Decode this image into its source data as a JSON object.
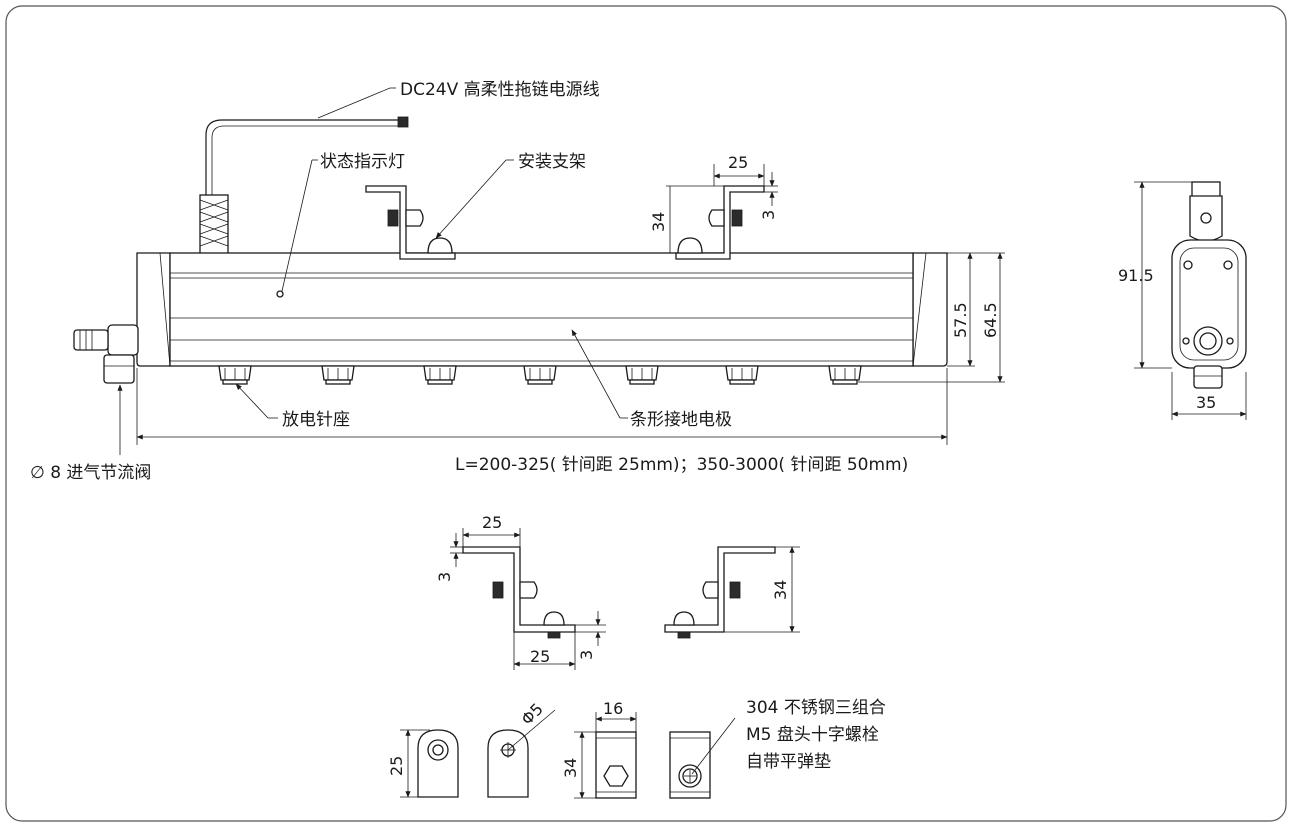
{
  "labels": {
    "power_cable": "DC24V 高柔性拖链电源线",
    "status_light": "状态指示灯",
    "mount_bracket": "安装支架",
    "needle_seat": "放电针座",
    "ground_electrode": "条形接地电极",
    "air_valve": "∅ 8 进气节流阀",
    "length_note": "L=200-325( 针间距 25mm)；350-3000( 针间距 50mm)",
    "fastener_line1": "304 不锈钢三组合",
    "fastener_line2": "M5 盘头十字螺栓",
    "fastener_line3": "自带平弹垫"
  },
  "dimensions": {
    "bracket_width": "25",
    "bracket_height": "34",
    "bracket_thickness": "3",
    "bar_height_inner": "57.5",
    "bar_height_outer": "64.5",
    "side_height": "91.5",
    "side_width": "35",
    "detail_top_width": "25",
    "detail_thickness_top": "3",
    "detail_bottom_width": "25",
    "detail_thickness_bottom": "3",
    "detail_height": "34",
    "tab_height": "25",
    "hole_diameter": "Φ5",
    "tab_width": "16",
    "tab_total_height": "34"
  },
  "colors": {
    "line": "#1a1a1a",
    "frame": "#555555",
    "background": "#ffffff"
  }
}
